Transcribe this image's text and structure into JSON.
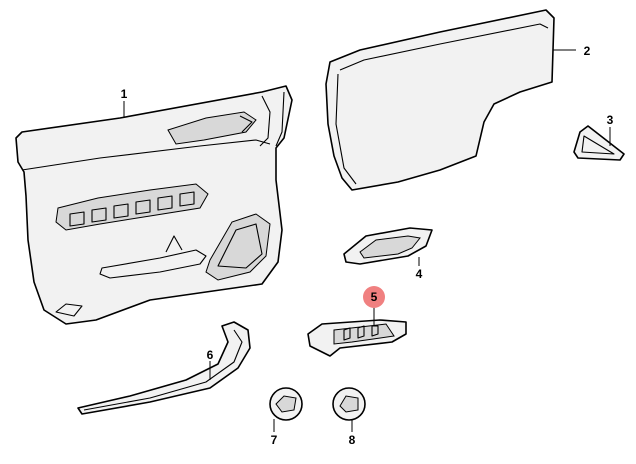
{
  "diagram": {
    "callouts": [
      {
        "id": "callout-1",
        "label": "1",
        "highlighted": false
      },
      {
        "id": "callout-2",
        "label": "2",
        "highlighted": false
      },
      {
        "id": "callout-3",
        "label": "3",
        "highlighted": false
      },
      {
        "id": "callout-4",
        "label": "4",
        "highlighted": false
      },
      {
        "id": "callout-5",
        "label": "5",
        "highlighted": true
      },
      {
        "id": "callout-6",
        "label": "6",
        "highlighted": false
      },
      {
        "id": "callout-7",
        "label": "7",
        "highlighted": false
      },
      {
        "id": "callout-8",
        "label": "8",
        "highlighted": false
      }
    ],
    "highlight_color": "#f08080",
    "line_color": "#000000",
    "fill_color": "#f2f2f2"
  }
}
